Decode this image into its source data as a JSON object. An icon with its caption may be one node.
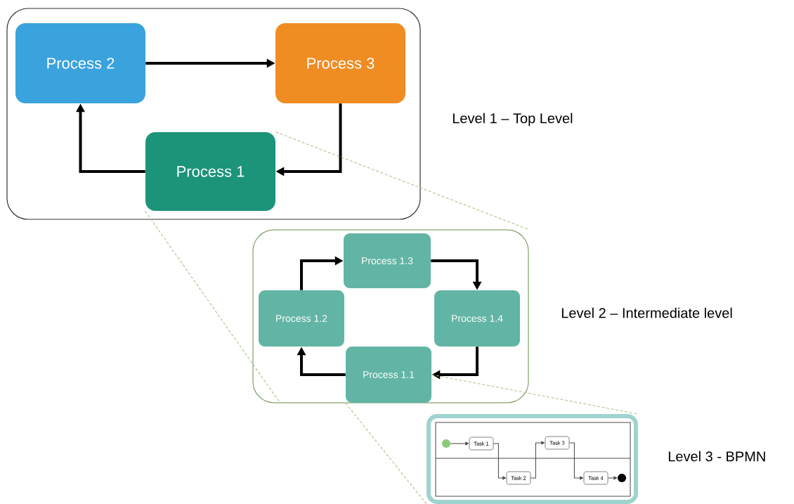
{
  "diagram": {
    "nodes": [
      {
        "text": [],
        "shape": "box",
        "beside": [
          "Level 1 – Top Level"
        ]
      },
      {
        "text": [
          "Process 2"
        ],
        "in": 0
      },
      {
        "text": [
          "Process 3"
        ],
        "in": 0
      },
      {
        "text": [
          "Process 1"
        ],
        "in": 0
      },
      {
        "text": [],
        "shape": "box",
        "beside": [
          "Level 2 – Intermediate level"
        ]
      },
      {
        "text": [
          "Process 1.3"
        ],
        "in": 4
      },
      {
        "text": [
          "Process 1.2"
        ],
        "in": 4
      },
      {
        "text": [
          "Process 1.4"
        ],
        "in": 4
      },
      {
        "text": [
          "Process 1.1"
        ],
        "in": 4
      },
      {
        "text": [],
        "shape": "box",
        "beside": [
          "Level 3 - BPMN"
        ]
      },
      {
        "text": [],
        "shape": "circle",
        "in": 9
      },
      {
        "text": [
          "Task 1"
        ],
        "in": 9
      },
      {
        "text": [
          "Task 2"
        ],
        "in": 9
      },
      {
        "text": [
          "Task 3"
        ],
        "in": 9
      },
      {
        "text": [
          "Task 4"
        ],
        "in": 9
      },
      {
        "text": [],
        "shape": "circle",
        "in": 9
      }
    ],
    "edges": [
      {
        "from": 1,
        "to": 2,
        "arrow": "to",
        "style": "thick"
      },
      {
        "from": 2,
        "to": 3,
        "arrow": "to",
        "style": "thick"
      },
      {
        "from": 3,
        "to": 1,
        "arrow": "to",
        "style": "thick"
      },
      {
        "from": 3,
        "to": 4,
        "arrow": "none",
        "style": "dashed",
        "color": "#a9c08a"
      },
      {
        "from": 3,
        "to": 4,
        "arrow": "none",
        "style": "dashed",
        "color": "#a9c08a"
      },
      {
        "from": 6,
        "to": 5,
        "arrow": "to",
        "style": "thick"
      },
      {
        "from": 5,
        "to": 7,
        "arrow": "to",
        "style": "thick"
      },
      {
        "from": 7,
        "to": 8,
        "arrow": "to",
        "style": "thick"
      },
      {
        "from": 8,
        "to": 6,
        "arrow": "to",
        "style": "thick"
      },
      {
        "from": 8,
        "to": 9,
        "arrow": "none",
        "style": "dashed",
        "color": "#a9c08a"
      },
      {
        "from": 8,
        "to": 9,
        "arrow": "none",
        "style": "dashed",
        "color": "#a9c08a"
      },
      {
        "from": 10,
        "to": 11,
        "arrow": "to"
      },
      {
        "from": 11,
        "to": 12,
        "arrow": "to"
      },
      {
        "from": 12,
        "to": 13,
        "arrow": "to"
      },
      {
        "from": 13,
        "to": 14,
        "arrow": "to"
      },
      {
        "from": 14,
        "to": 15,
        "arrow": "to"
      }
    ]
  }
}
